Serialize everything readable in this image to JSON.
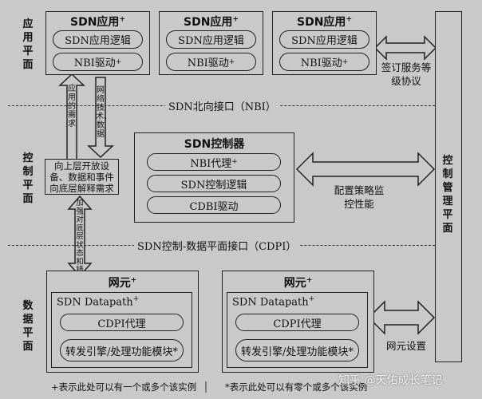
{
  "plane_labels": {
    "app": "应用平面",
    "control": "控制平面",
    "data": "数据平面",
    "mgmt": "控制管理平面"
  },
  "sdn_apps": [
    {
      "title": "SDN应用",
      "sup": "+",
      "logic": "SDN应用逻辑",
      "nbi": "NBI驱动",
      "nbi_sup": "+"
    },
    {
      "title": "SDN应用",
      "sup": "+",
      "logic": "SDN应用逻辑",
      "nbi": "NBI驱动",
      "nbi_sup": "+"
    },
    {
      "title": "SDN应用",
      "sup": "+",
      "logic": "SDN应用逻辑",
      "nbi": "NBI驱动",
      "nbi_sup": "+"
    }
  ],
  "subscribe_label": "签订服务等级协议",
  "nbi_interface": "SDN北向接口（NBI）",
  "cdpi_interface": "SDN控制-数据平面接口（CDPI）",
  "arrow_up_text": "应用的需求",
  "arrow_down_text": "网络技术、数据",
  "open_box_text": "向上层开放设备、数据和事件向底层解释需求",
  "cdpi_arrow_text": "加强对底层状态和错误的发现能力",
  "controller": {
    "title": "SDN控制器",
    "nbi_agent": "NBI代理",
    "nbi_agent_sup": "+",
    "logic": "SDN控制逻辑",
    "cdbi": "CDBI驱动"
  },
  "config_label": "配置策略监控性能",
  "network_elements": [
    {
      "title": "网元",
      "sup": "+",
      "datapath": "SDN Datapath",
      "dp_sup": "+",
      "agent": "CDPI代理",
      "engine": "转发引擎/处理功能模块*"
    },
    {
      "title": "网元",
      "sup": "+",
      "datapath": "SDN Datapath",
      "dp_sup": "+",
      "agent": "CDPI代理",
      "engine": "转发引擎/处理功能模块*"
    }
  ],
  "ne_setup_label": "网元设置",
  "footnote_left": "+表示此处可以有一个或多个该实例",
  "footnote_right": "*表示此处可以有零个或多个该实例",
  "watermark": "知乎 @天佑成长笔记"
}
